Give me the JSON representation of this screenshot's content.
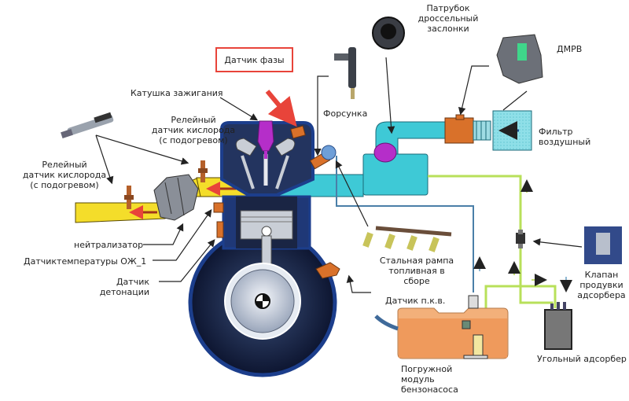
{
  "highlight": {
    "label": "Датчик фазы",
    "color": "#e8443a"
  },
  "labels": {
    "ignition_coil": "Катушка зажигания",
    "o2_sensor_upper": [
      "Релейный",
      "датчик кислорода",
      "(с подогревом)"
    ],
    "o2_sensor_lower": [
      "Релейный",
      "датчик кислорода",
      "(с подогревом)"
    ],
    "catalyst": "нейтрализатор",
    "coolant_temp_sensor": "Датчиктемпературы ОЖ_1",
    "knock_sensor": [
      "Датчик",
      "детонации"
    ],
    "injector": "Форсунка",
    "throttle_body": [
      "Патрубок",
      "дроссельный",
      "заслонки"
    ],
    "maf_sensor": "ДМРВ",
    "air_filter": [
      "Фильтр",
      "воздушный"
    ],
    "fuel_rail": [
      "Стальная рампа",
      "топливная в",
      "сборе"
    ],
    "crankshaft_sensor": "Датчик п.к.в.",
    "fuel_pump_module": [
      "Погружной",
      "модуль",
      "бензонасоса"
    ],
    "purge_valve": [
      "Клапан",
      "продувки",
      "адсорбера"
    ],
    "charcoal_canister": "Угольный адсорбер"
  },
  "colors": {
    "exhaust": "#f4dd2a",
    "intake": "#3ec9d6",
    "engine_block": "#1c3e8c",
    "engine_dark": "#15203a",
    "sensor": "#d9712a",
    "coil": "#b52ec9",
    "fuel_line": "#4a7fa8",
    "vapor_line": "#b8e05a",
    "tank": "#f3b07a",
    "canister": "#777777",
    "arrow": "#222222"
  }
}
